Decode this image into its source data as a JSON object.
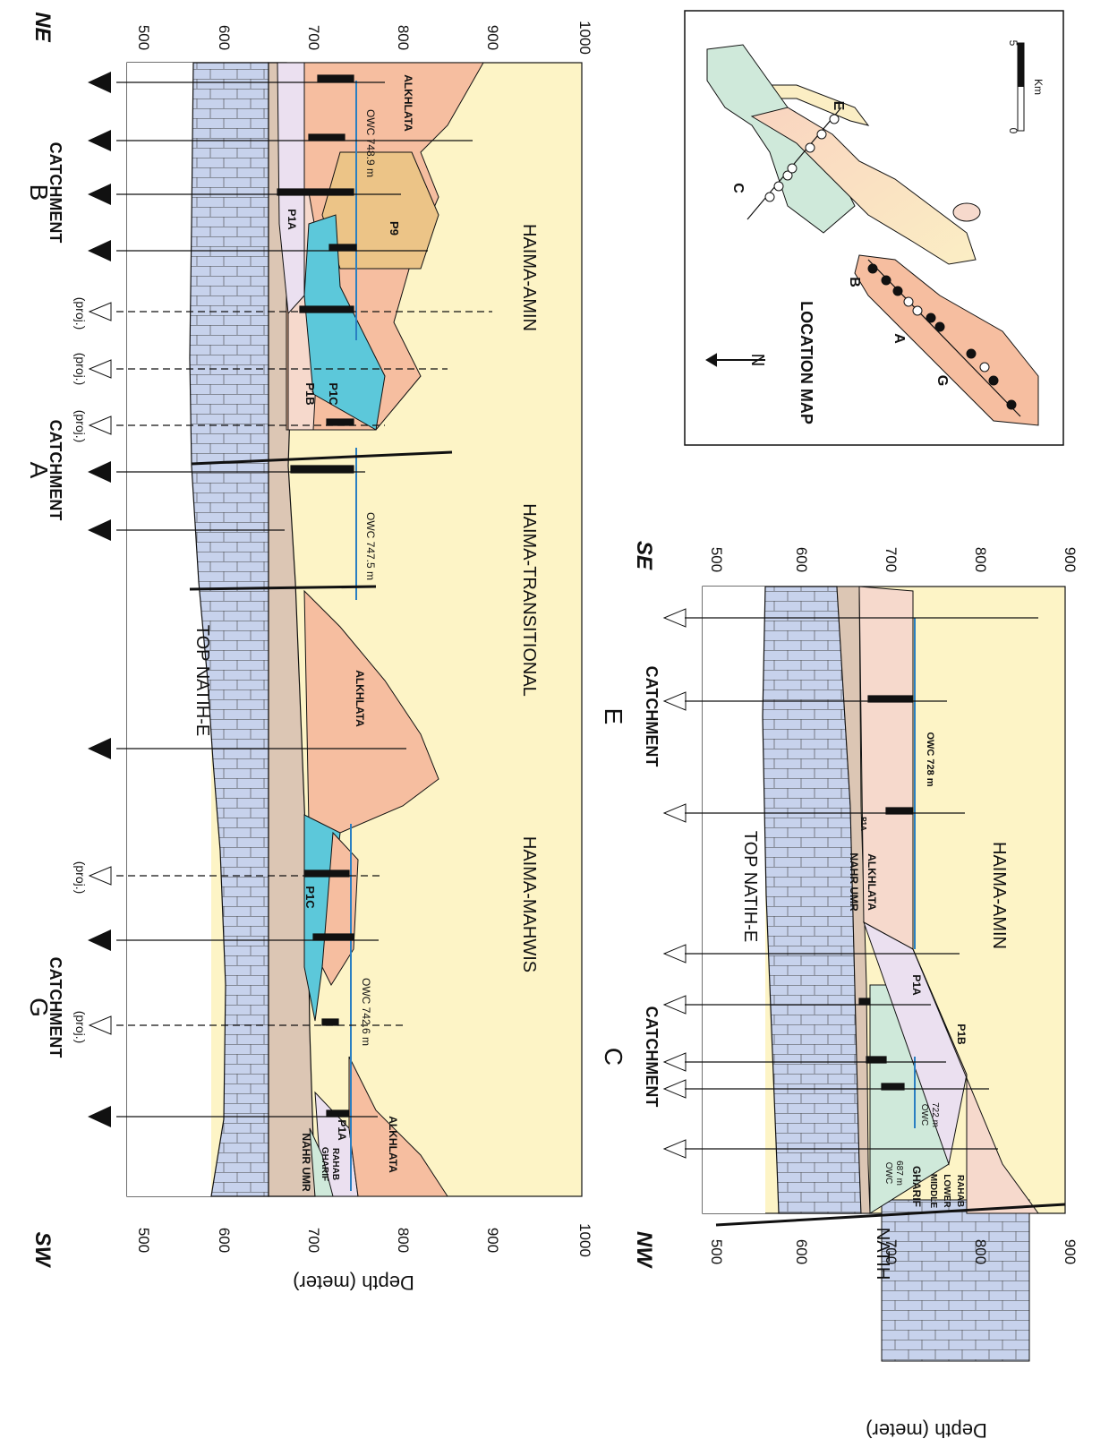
{
  "colors": {
    "limestone": "#c7d2ec",
    "nahr_umr": "#dcc6b4",
    "alkhlata": "#f6bea0",
    "p1c": "#5cc8da",
    "p1a": "#ebe0f0",
    "p1b": "#f6d9cc",
    "p9": "#ecc487",
    "haima": "#fdf4c6",
    "gharif": "#cfe9da",
    "owc_line": "#2a7fc2",
    "ne_pink": "#f7cdb3"
  },
  "section1": {
    "corner_sw": "SW",
    "corner_ne": "NE",
    "y_axis_label": "Depth (meter)",
    "ticks_left": [
      "500",
      "600",
      "700",
      "800",
      "900",
      "1000"
    ],
    "ticks_right": [
      "500",
      "600",
      "700",
      "800",
      "900",
      "1000"
    ],
    "cat_g_letter": "G",
    "cat_g_word": "CATCHMENT",
    "cat_a_letter": "A",
    "cat_a_word": "CATCHMENT",
    "cat_b_letter": "B",
    "cat_b_word": "CATCHMENT",
    "proj": "(proj.)",
    "top_natih": "TOP NATIH-E",
    "nahr_umr": "NAHR UMR",
    "gharif": "GHARIF",
    "rahab": "RAHAB",
    "p1a_a": "P1A",
    "p1a_b": "P1A",
    "p1b": "P1B",
    "p1c_a": "P1C",
    "p1c_b": "P1C",
    "p9": "P9",
    "alkhlata_a": "ALKHLATA",
    "alkhlata_b": "ALKHLATA",
    "alkhlata_c": "ALKHLATA",
    "haima_mahwis": "HAIMA-MAHWIS",
    "haima_transitional": "HAIMA-TRANSITIONAL",
    "haima_amin": "HAIMA-AMIN",
    "owc_g": "OWC 742.6 m",
    "owc_a": "OWC 747.5 m",
    "owc_b": "OWC 748.9 m"
  },
  "section2": {
    "corner_nw": "NW",
    "corner_se": "SE",
    "y_axis_label": "Depth (meter)",
    "ticks_left": [
      "500",
      "600",
      "700",
      "800",
      "900"
    ],
    "ticks_right": [
      "500",
      "600",
      "700",
      "800",
      "900"
    ],
    "cat_c_letter": "C",
    "cat_c_word": "CATCHMENT",
    "cat_e_letter": "E",
    "cat_e_word": "CATCHMENT",
    "natih": "NATIH",
    "top_natih": "TOP NATIH-E",
    "nahr_umr": "NAHR UMR",
    "alkhlata": "ALKHLATA",
    "p1a_a": "P1A",
    "p1a_b": "P1A",
    "p1b": "P1B",
    "gharif": "GHARIF",
    "middle": "MIDDLE",
    "lower": "LOWER",
    "rahab": "RAHAB",
    "haima_amin": "HAIMA-AMIN",
    "owc_687_a": "OWC",
    "owc_687_b": "687 m",
    "owc_722_a": "OWC",
    "owc_722_b": "722 m",
    "owc_728": "OWC 728 m"
  },
  "location_map": {
    "title": "LOCATION MAP",
    "north": "N",
    "scale_zero": "0",
    "scale_five": "5",
    "scale_unit": "Km",
    "label_b": "B",
    "label_a": "A",
    "label_g": "G",
    "label_c": "C",
    "label_e": "E"
  }
}
